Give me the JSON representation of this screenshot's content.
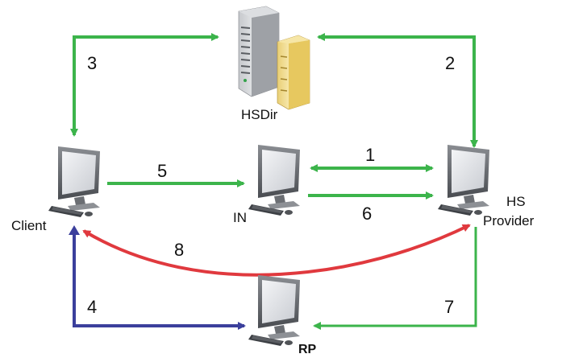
{
  "nodes": {
    "hsdir": {
      "label": "HSDir",
      "icon": "server-icon"
    },
    "client": {
      "label": "Client",
      "icon": "monitor-icon"
    },
    "in": {
      "label": "IN",
      "icon": "monitor-icon"
    },
    "hs": {
      "label_line1": "HS",
      "label_line2": "Provider",
      "icon": "monitor-icon"
    },
    "rp": {
      "label": "RP",
      "icon": "monitor-icon"
    }
  },
  "steps": {
    "s1": "1",
    "s2": "2",
    "s3": "3",
    "s4": "4",
    "s5": "5",
    "s6": "6",
    "s7": "7",
    "s8": "8"
  },
  "colors": {
    "green": "#3cb44b",
    "red": "#e0393e",
    "blue": "#3b3f9c"
  }
}
